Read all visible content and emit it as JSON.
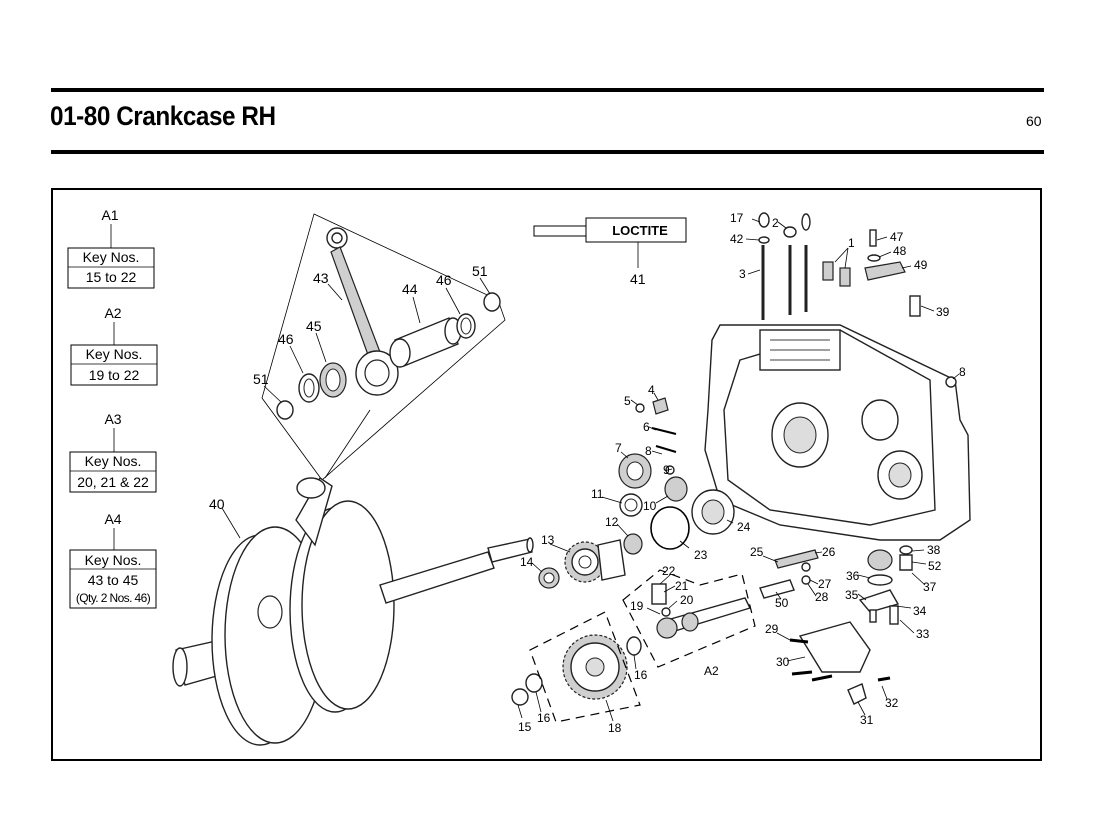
{
  "header": {
    "title": "01-80 Crankcase RH",
    "page_number": "60"
  },
  "keys": [
    {
      "id": "A1",
      "label": "Key Nos.",
      "value": "15 to 22"
    },
    {
      "id": "A2",
      "label": "Key Nos.",
      "value": "19 to 22"
    },
    {
      "id": "A3",
      "label": "Key Nos.",
      "value": "20, 21 & 22"
    },
    {
      "id": "A4",
      "label": "Key Nos.",
      "value": "43 to 45",
      "note": "(Qty. 2 Nos. 46)"
    }
  ],
  "loctite_label": "LOCTITE",
  "callouts": [
    "1",
    "2",
    "3",
    "4",
    "5",
    "6",
    "7",
    "8",
    "8",
    "9",
    "10",
    "11",
    "12",
    "13",
    "14",
    "15",
    "16",
    "16",
    "17",
    "18",
    "19",
    "20",
    "21",
    "22",
    "23",
    "24",
    "25",
    "26",
    "27",
    "28",
    "29",
    "30",
    "31",
    "32",
    "33",
    "34",
    "35",
    "36",
    "37",
    "38",
    "39",
    "40",
    "41",
    "42",
    "43",
    "44",
    "45",
    "46",
    "46",
    "47",
    "48",
    "49",
    "50",
    "51",
    "51",
    "52",
    "A2"
  ]
}
